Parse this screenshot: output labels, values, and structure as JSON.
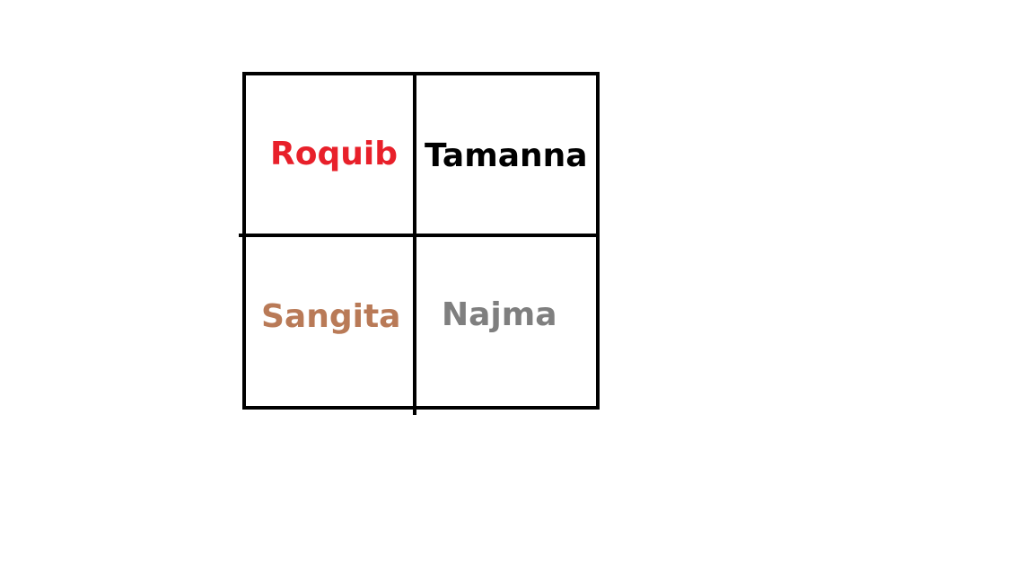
{
  "cells": [
    {
      "label": "Roquib",
      "color": "#e8202a"
    },
    {
      "label": "Tamanna",
      "color": "#000000"
    },
    {
      "label": "Sangita",
      "color": "#b97a57"
    },
    {
      "label": "Najma",
      "color": "#7f7f7f"
    }
  ]
}
